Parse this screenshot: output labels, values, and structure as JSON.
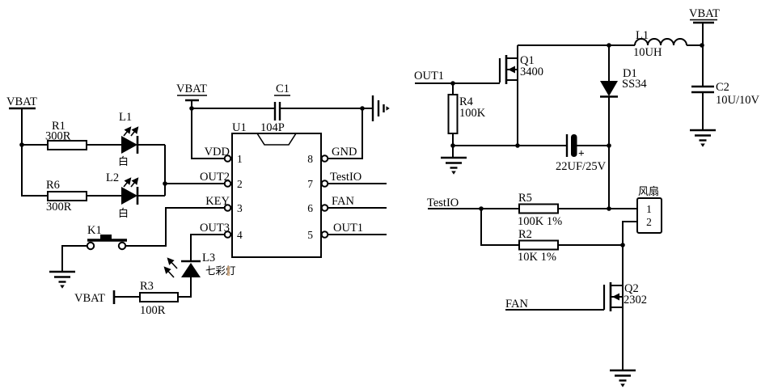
{
  "left": {
    "vbat_rail_label": "VBAT",
    "r1": {
      "ref": "R1",
      "value": "300R"
    },
    "l1": {
      "ref": "L1",
      "note": "白"
    },
    "r6": {
      "ref": "R6",
      "value": "300R"
    },
    "l2": {
      "ref": "L2",
      "note": "白"
    },
    "k1": {
      "ref": "K1"
    },
    "l3": {
      "ref": "L3",
      "note": "七彩灯"
    },
    "r3": {
      "ref": "R3",
      "value": "100R",
      "port": "VBAT"
    }
  },
  "ic": {
    "ref": "U1",
    "vbat_port": "VBAT",
    "c1": {
      "ref": "C1",
      "value": "104P"
    },
    "pins_left": [
      {
        "num": "1",
        "name": "VDD"
      },
      {
        "num": "2",
        "name": "OUT2"
      },
      {
        "num": "3",
        "name": "KEY"
      },
      {
        "num": "4",
        "name": "OUT3"
      }
    ],
    "pins_right": [
      {
        "num": "8",
        "name": "GND"
      },
      {
        "num": "7",
        "name": "TestIO"
      },
      {
        "num": "6",
        "name": "FAN"
      },
      {
        "num": "5",
        "name": "OUT1"
      }
    ]
  },
  "right": {
    "out1_net": "OUT1",
    "r4": {
      "ref": "R4",
      "value": "100K"
    },
    "q1": {
      "ref": "Q1",
      "value": "3400"
    },
    "l1_ind": {
      "ref": "L1",
      "value": "10UH"
    },
    "vbat_port": "VBAT",
    "d1": {
      "ref": "D1",
      "value": "SS34"
    },
    "c2": {
      "ref": "C2",
      "value": "10U/10V"
    },
    "c3": {
      "value": "22UF/25V",
      "polarity": "+"
    },
    "testio_net": "TestIO",
    "r5": {
      "ref": "R5",
      "value": "100K  1%"
    },
    "r2": {
      "ref": "R2",
      "value": "10K 1%"
    },
    "fan_connector": {
      "label": "风扇",
      "pin1": "1",
      "pin2": "2"
    },
    "fan_net": "FAN",
    "q2": {
      "ref": "Q2",
      "value": "2302"
    }
  }
}
